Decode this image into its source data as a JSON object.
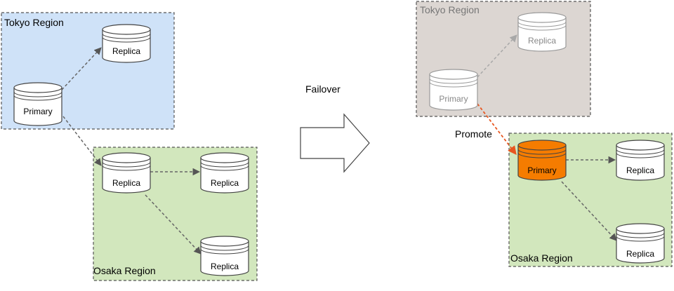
{
  "left": {
    "tokyo": {
      "label": "Tokyo Region",
      "primary": "Primary",
      "replica": "Replica"
    },
    "osaka": {
      "label": "Osaka Region",
      "replica_main": "Replica",
      "replica_right": "Replica",
      "replica_bottom": "Replica"
    }
  },
  "middle": {
    "label": "Failover"
  },
  "right": {
    "tokyo": {
      "label": "Tokyo Region",
      "primary": "Primary",
      "replica": "Replica"
    },
    "promote": "Promote",
    "osaka": {
      "label": "Osaka Region",
      "primary": "Primary",
      "replica_right": "Replica",
      "replica_bottom": "Replica"
    }
  },
  "colors": {
    "tokyo_fill": "#cfe2f8",
    "osaka_fill": "#d2e7bd",
    "tokyo_inactive_fill": "#dcd6d2",
    "promoted_primary": "#f57c00",
    "promote_arrow": "#e8561f"
  }
}
